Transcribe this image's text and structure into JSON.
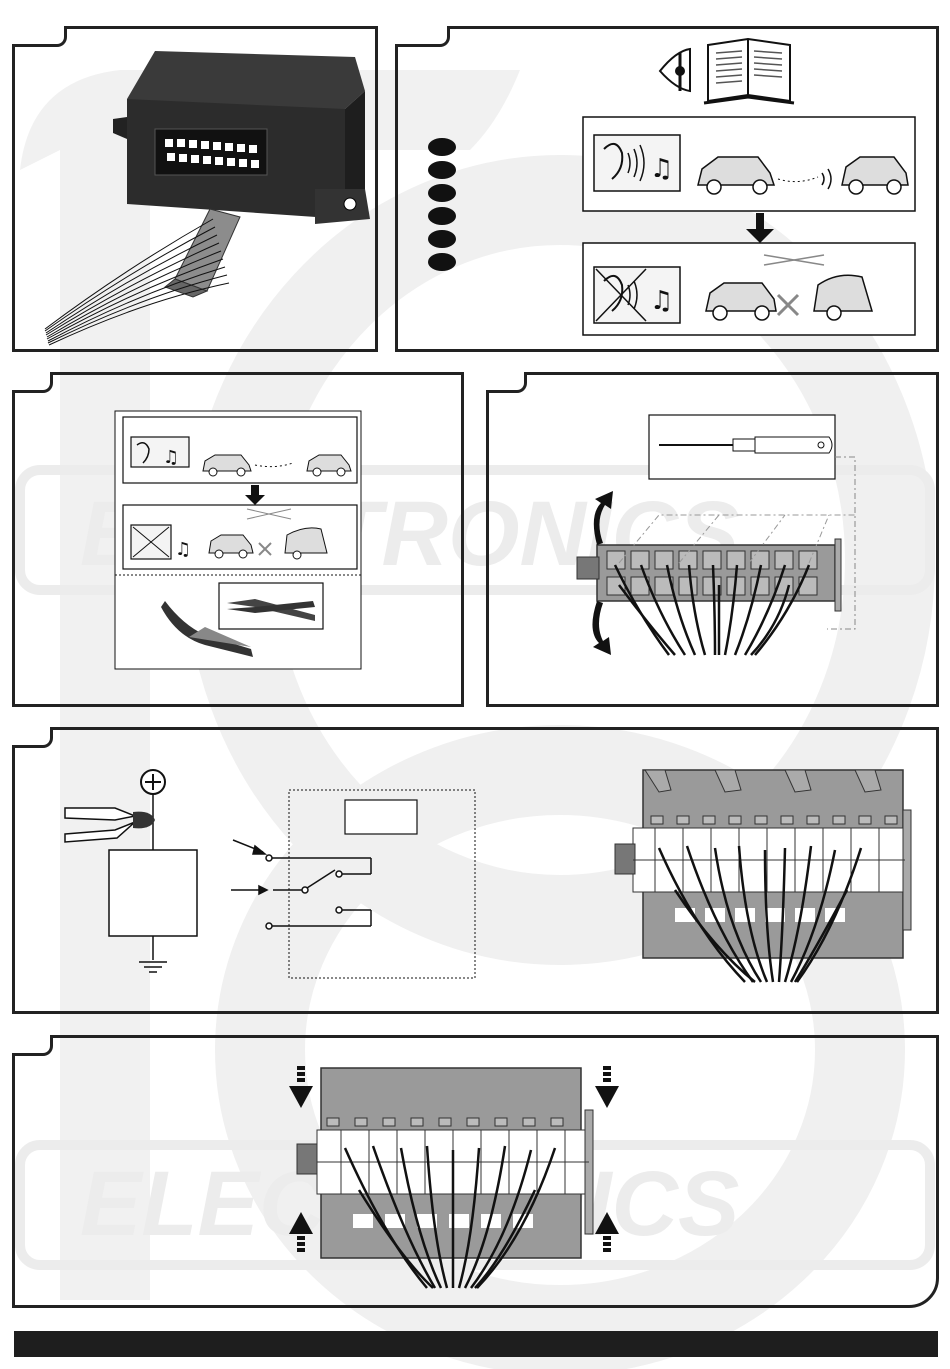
{
  "document": {
    "panels": [
      {
        "id": "p1",
        "name": "device-overview"
      },
      {
        "id": "p2",
        "name": "read-manual-and-test"
      },
      {
        "id": "p3",
        "name": "test-and-crimp"
      },
      {
        "id": "p4",
        "name": "pin-removal"
      },
      {
        "id": "p5",
        "name": "wiring-relay"
      },
      {
        "id": "p6",
        "name": "connector-assembly"
      }
    ],
    "bullet_count": 6,
    "colors": {
      "border": "#222222",
      "connector_grey": "#9a9a9a",
      "watermark": "#eeeeee",
      "bar": "#1e1e1e"
    },
    "icons": [
      "eye-icon",
      "manual-book-icon",
      "ear-sound-icon",
      "car-icon",
      "trailer-icon",
      "crimp-tool-icon",
      "screwdriver-icon",
      "plus-terminal-icon",
      "ground-icon",
      "wire-cutter-icon"
    ]
  }
}
